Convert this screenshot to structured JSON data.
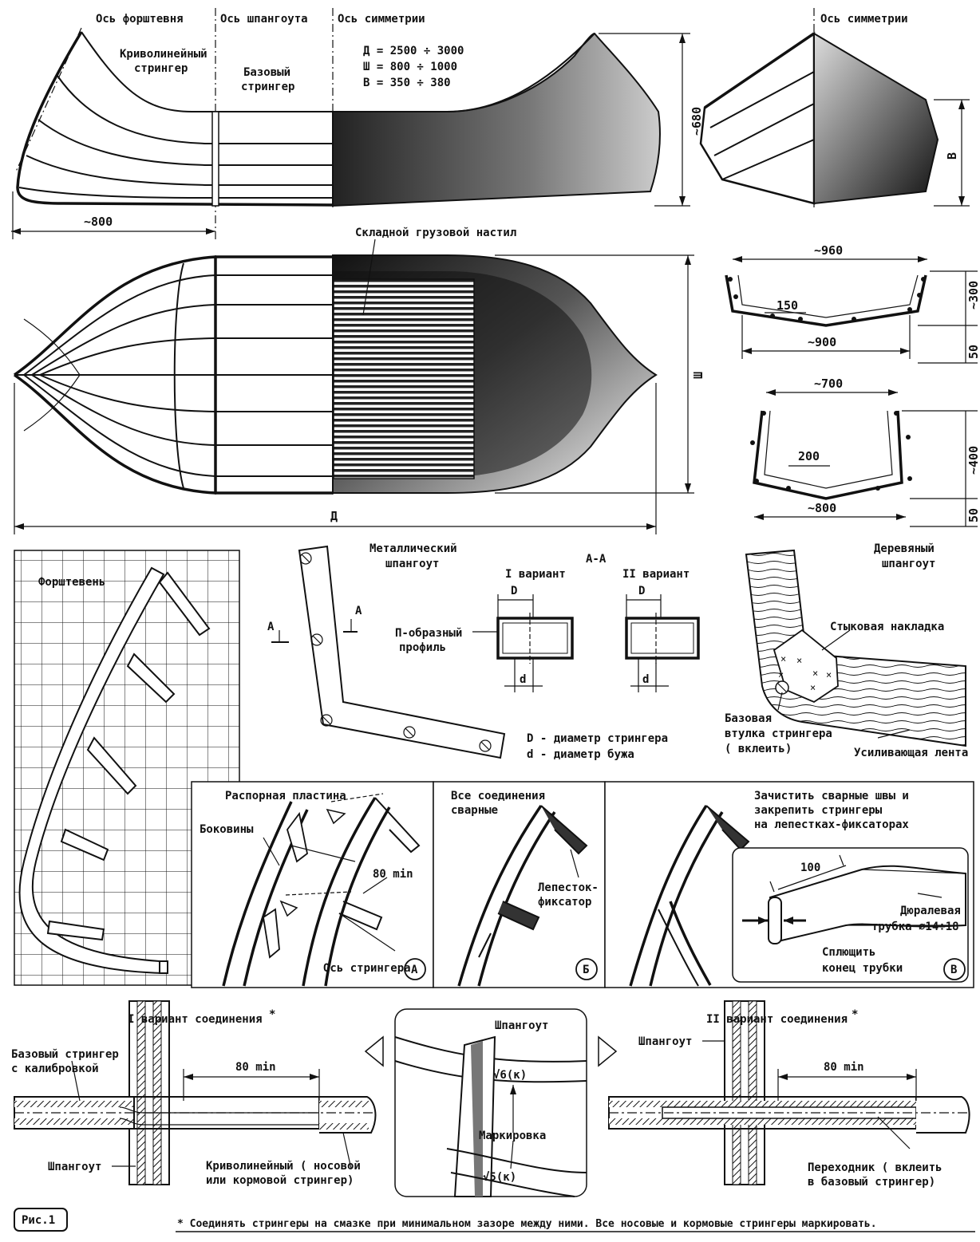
{
  "labels": {
    "fore_axis": "Ось форштевня",
    "frame_axis": "Ось шпангоута",
    "sym_axis": "Ось симметрии",
    "sym_axis2": "Ось симметрии",
    "curved_stringer_1": "Криволинейный",
    "curved_stringer_2": "стрингер",
    "base_stringer_1": "Базовый",
    "base_stringer_2": "стрингер",
    "formula_d": "Д = 2500 ÷ 3000",
    "formula_w": "Ш = 800 ÷ 1000",
    "formula_h": "В = 350 ÷ 380",
    "dim_680": "~680",
    "dim_800_top": "~800",
    "dim_b": "В",
    "cargo_deck": "Складной грузовой настил",
    "dim_w": "Ш",
    "dim_d": "Д",
    "dim_960": "~960",
    "dim_150": "150",
    "dim_300": "~300",
    "dim_900": "~900",
    "dim_50a": "50",
    "dim_700": "~700",
    "dim_200": "200",
    "dim_400": "~400",
    "dim_800b": "~800",
    "dim_50b": "50",
    "stem": "Форштевень",
    "metal_frame_1": "Металлический",
    "metal_frame_2": "шпангоут",
    "aa": "А-А",
    "a_mark": "А",
    "var1": "I вариант",
    "var2": "II вариант",
    "d_cap": "D",
    "d_low": "d",
    "u_profile_1": "П-образный",
    "u_profile_2": "профиль",
    "legend_d": "D - диаметр стрингера",
    "legend_dd": "d - диаметр бужа",
    "wood_frame_1": "Деревяный",
    "wood_frame_2": "шпангоут",
    "butt_plate": "Стыковая накладка",
    "base_sleeve_1": "Базовая",
    "base_sleeve_2": "втулка стрингера",
    "base_sleeve_3": "( вклеить)",
    "reinforce_tape": "Усиливающая лента",
    "spacer_plate": "Распорная пластина",
    "sides": "Боковины",
    "dim_80min": "80 min",
    "stringer_axis": "Ось стрингера",
    "panel_a": "А",
    "welded_1": "Все соединения",
    "welded_2": "сварные",
    "petal_1": "Лепесток-",
    "petal_2": "фиксатор",
    "panel_b": "Б",
    "clean_1": "Зачистить сварные швы и",
    "clean_2": "закрепить стрингеры",
    "clean_3": "на лепестках-фиксаторах",
    "dim_100": "100",
    "dural_1": "Дюралевая",
    "dural_2": "трубка ⌀14÷18",
    "flatten_1": "Сплющить",
    "flatten_2": "конец трубки",
    "panel_v": "В",
    "join1_title": "I вариант соединения",
    "star": "*",
    "base_calib_1": "Базовый стрингер",
    "base_calib_2": "с калибровкой",
    "dim_80min_b": "80 min",
    "frame_lbl": "Шпангоут",
    "curved_lbl_1": "Криволинейный ( носовой",
    "curved_lbl_2": "или кормовой стрингер)",
    "frame_center": "Шпангоут",
    "mark_6": "√6(к)",
    "marking": "Маркировка",
    "mark_5": "√5(к)",
    "join2_title": "II вариант соединения",
    "frame_lbl2": "Шпангоут",
    "dim_80min_c": "80 min",
    "adapter_1": "Переходник ( вклеить",
    "adapter_2": "в базовый стрингер)",
    "fig": "Рис.1",
    "footnote": "* Соединять стрингеры на смазке при минимальном зазоре между ними. Все носовые и кормовые стрингеры маркировать."
  }
}
